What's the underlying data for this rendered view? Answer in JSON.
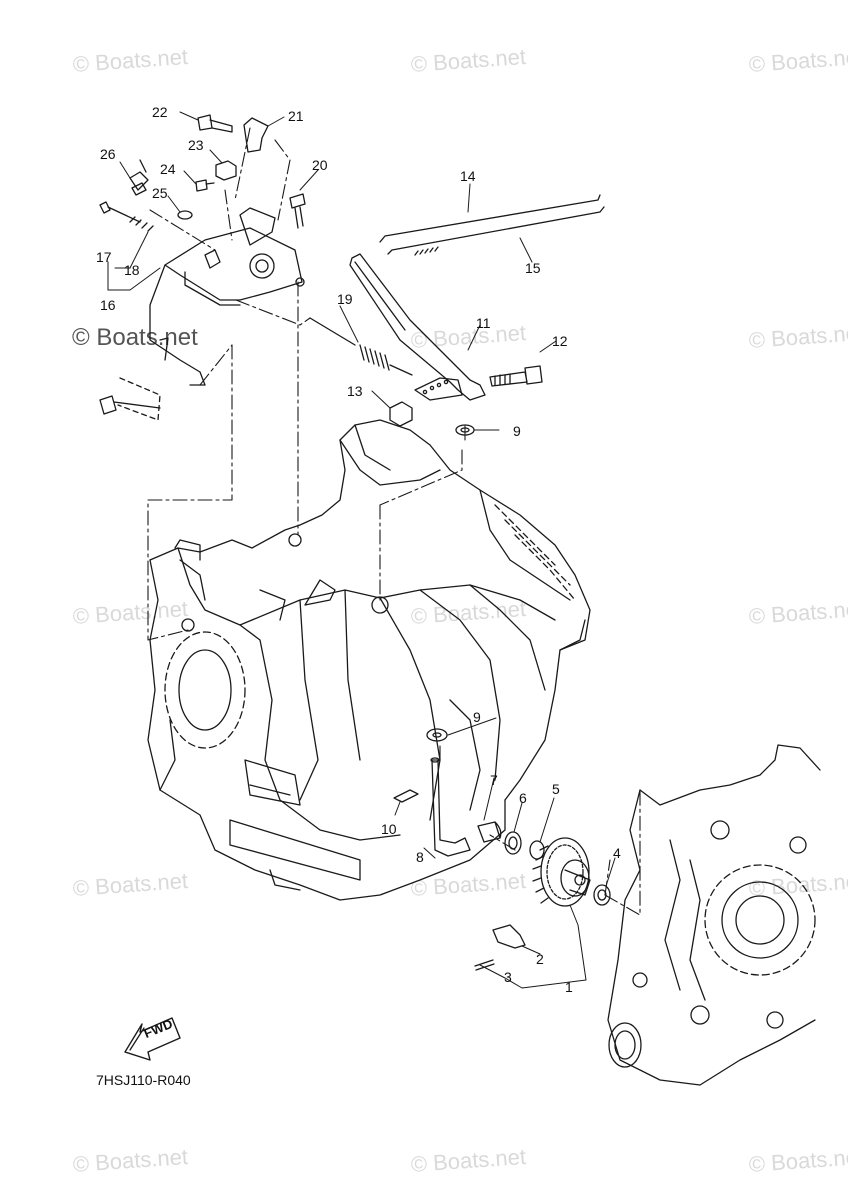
{
  "watermarks": [
    "© Boats.net",
    "© Boats.net",
    "© Boats.net",
    "© Boats.net",
    "© Boats.net",
    "© Boats.net",
    "© Boats.net",
    "© Boats.net",
    "© Boats.net",
    "© Boats.net",
    "© Boats.net",
    "© Boats.net",
    "© Boats.net",
    "© Boats.net",
    "© Boats.net"
  ],
  "callouts": {
    "p1": "1",
    "p2": "2",
    "p3": "3",
    "p4": "4",
    "p5": "5",
    "p6": "6",
    "p7": "7",
    "p8": "8",
    "p9a": "9",
    "p9b": "9",
    "p10": "10",
    "p11": "11",
    "p12": "12",
    "p13": "13",
    "p14": "14",
    "p15": "15",
    "p16": "16",
    "p17": "17",
    "p18": "18",
    "p19": "19",
    "p20": "20",
    "p21": "21",
    "p22": "22",
    "p23": "23",
    "p24": "24",
    "p25": "25",
    "p26": "26"
  },
  "fwd_label": "FWD",
  "reference_code": "7HSJ110-R040"
}
